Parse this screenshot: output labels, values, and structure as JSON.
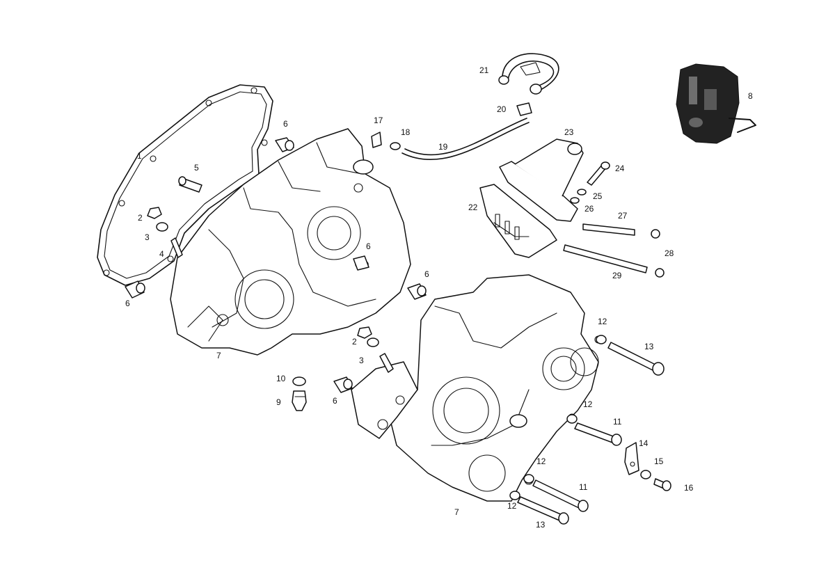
{
  "callouts": {
    "c1": "1",
    "c2a": "2",
    "c2b": "2",
    "c3a": "3",
    "c3b": "3",
    "c4": "4",
    "c5": "5",
    "c6a": "6",
    "c6b": "6",
    "c6c": "6",
    "c6d": "6",
    "c6e": "6",
    "c7a": "7",
    "c7b": "7",
    "c8": "8",
    "c9": "9",
    "c10": "10",
    "c11a": "11",
    "c11b": "11",
    "c12a": "12",
    "c12b": "12",
    "c12c": "12",
    "c12d": "12",
    "c13a": "13",
    "c13b": "13",
    "c14": "14",
    "c15": "15",
    "c16": "16",
    "c17": "17",
    "c18": "18",
    "c19": "19",
    "c20": "20",
    "c21": "21",
    "c22": "22",
    "c23": "23",
    "c24": "24",
    "c25": "25",
    "c26": "26",
    "c27": "27",
    "c28": "28",
    "c29": "29"
  }
}
